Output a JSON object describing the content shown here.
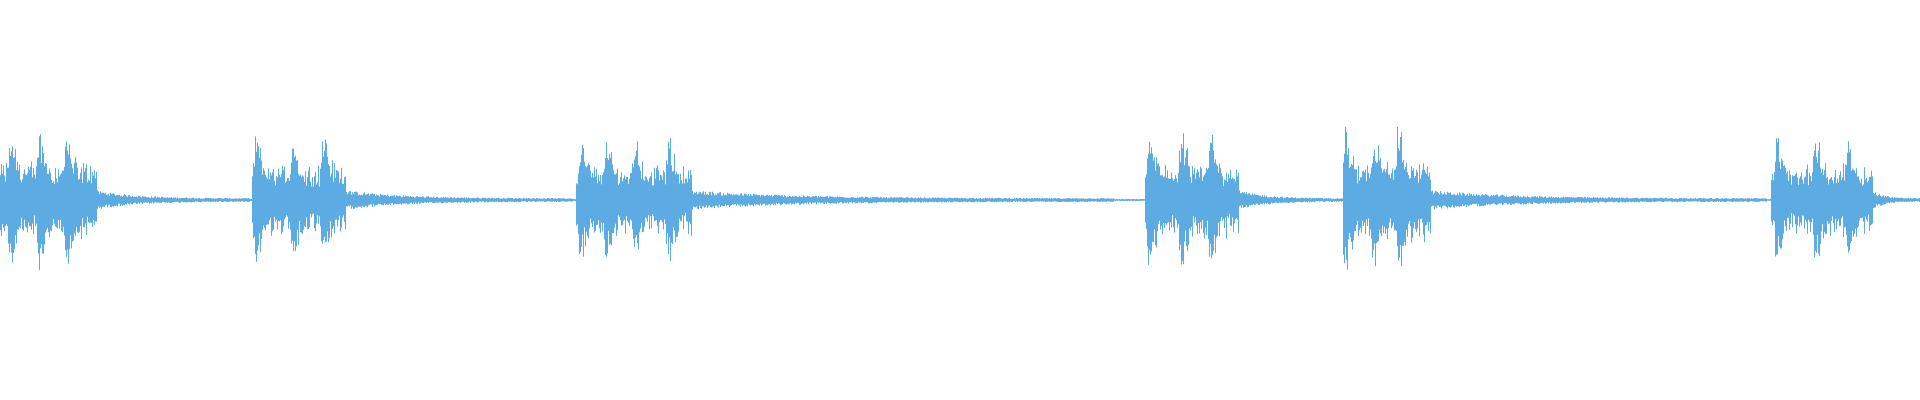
{
  "waveform": {
    "color": "#5DABE3",
    "background": "#FFFFFF",
    "duration_units": 1,
    "noise_floor_amplitude": 0.012,
    "bursts": [
      {
        "start": 0.0,
        "end": 0.05,
        "peak": 0.78,
        "tail_end": 0.13,
        "peaks": [
          0.005,
          0.02,
          0.034
        ]
      },
      {
        "start": 0.131,
        "end": 0.18,
        "peak": 0.72,
        "tail_end": 0.298,
        "peaks": [
          0.133,
          0.152,
          0.168
        ]
      },
      {
        "start": 0.3,
        "end": 0.36,
        "peak": 0.7,
        "tail_end": 0.58,
        "peaks": [
          0.302,
          0.315,
          0.33,
          0.348
        ]
      },
      {
        "start": 0.596,
        "end": 0.645,
        "peak": 0.76,
        "tail_end": 0.7,
        "peaks": [
          0.598,
          0.615,
          0.63
        ]
      },
      {
        "start": 0.699,
        "end": 0.745,
        "peak": 0.82,
        "tail_end": 0.92,
        "peaks": [
          0.7,
          0.715,
          0.728
        ]
      },
      {
        "start": 0.922,
        "end": 0.975,
        "peak": 0.72,
        "tail_end": 1.0,
        "peaks": [
          0.925,
          0.945,
          0.962
        ]
      }
    ]
  }
}
